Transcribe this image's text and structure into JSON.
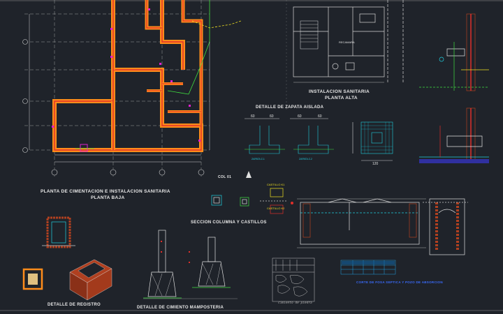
{
  "colors": {
    "background": "#1f232a",
    "foundation_orange": "#ff8c1a",
    "wall_red": "#e0302a",
    "dim_line": "#d0d0d0",
    "note_yellow": "#f0e020",
    "pipe_green": "#40e040",
    "cyan": "#20d0e0",
    "magenta": "#e020d0",
    "blue_text": "#3a6cff",
    "brick": "#b04020"
  },
  "titles": {
    "planta_baja": "PLANTA DE CIMENTACION E INSTALACION SANITARIA",
    "planta_baja_sub": "PLANTA BAJA",
    "planta_alta": "INSTALACION SANITARIA",
    "planta_alta_sub": "PLANTA ALTA",
    "zapata": "DETALLE DE ZAPATA AISLADA",
    "columna": "SECCION COLUMNA Y CASTILLOS",
    "col": "COL 01",
    "registro": "DETALLE DE REGISTRO",
    "cimiento": "DETALLE DE CIMIENTO MAMPOSTERIA",
    "blue_note": "CORTE DE FOSA SEPTICA Y POZO DE ABSORCION",
    "piedra": "cimiento de piedra"
  },
  "labels": {
    "castillo1": "CASTILLO K1",
    "castillo2": "CASTILLO K2",
    "dim_120": "120",
    "dim_60a": "60",
    "dim_60b": "60",
    "dim_60c": "60",
    "dim_60d": "60",
    "zapata_z1": "ZAPATA Z-1",
    "zapata_z2": "ZAPATA Z-2",
    "recamara": "RECAMARA"
  },
  "icons": {
    "north": "north-arrow-icon"
  }
}
